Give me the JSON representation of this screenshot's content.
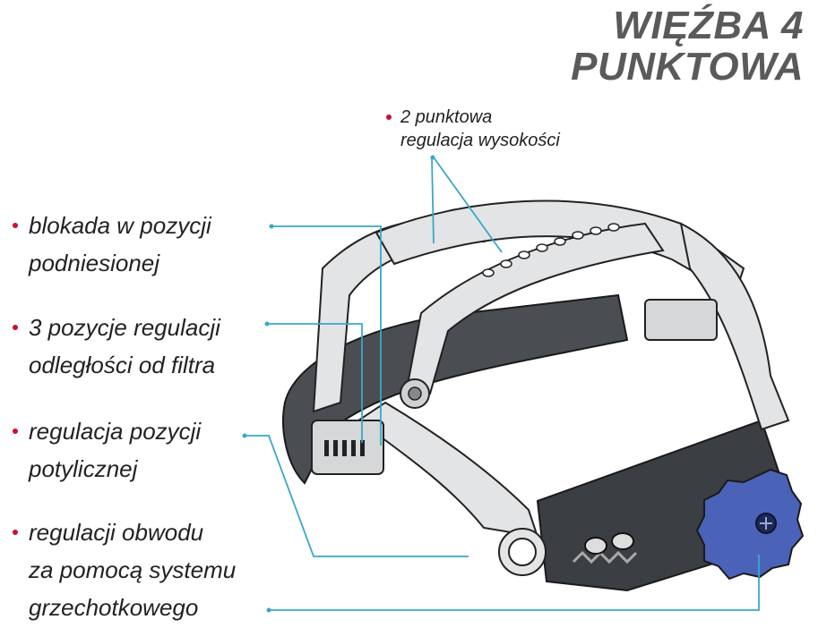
{
  "title": {
    "line1": "WIĘŹBA 4",
    "line2": "PUNKTOWA"
  },
  "labels": {
    "height": {
      "line1": "2 punktowa",
      "line2": "regulacja wysokości"
    },
    "lock": {
      "line1": "blokada w pozycji",
      "line2": "podniesionej"
    },
    "distance": {
      "line1": "3 pozycje regulacji",
      "line2": "odległości od filtra"
    },
    "occipital": {
      "line1": "regulacja pozycji",
      "line2": "potylicznej"
    },
    "circumference": {
      "line1": "regulacji obwodu",
      "line2": "za pomocą systemu",
      "line3": "grzechotkowego"
    }
  },
  "colors": {
    "accent_dot": "#c8102e",
    "leader_line": "#3aa7c9",
    "headgear_band": "#e2e4e6",
    "padding": "#4a4d52",
    "knob": "#4a63b8"
  }
}
